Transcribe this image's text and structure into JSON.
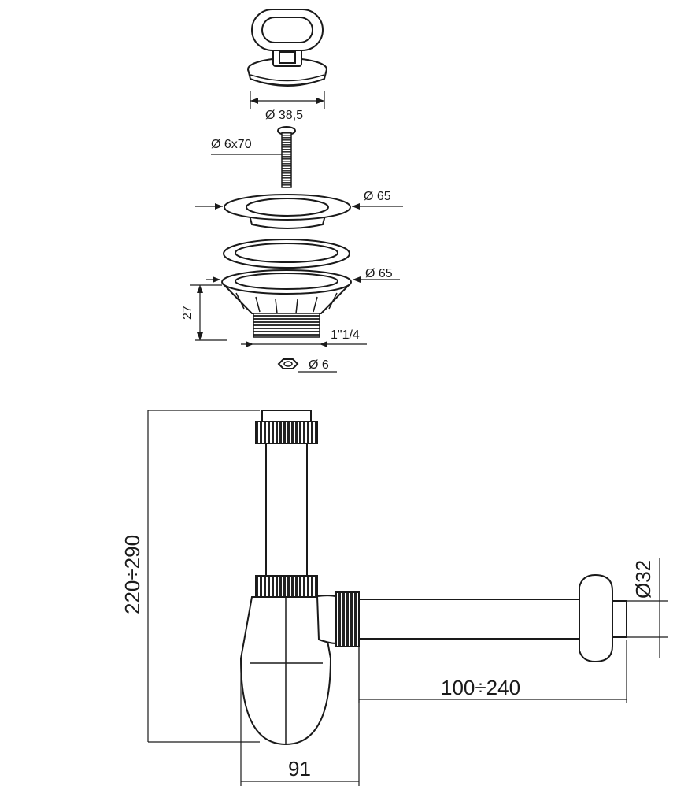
{
  "labels": {
    "stopper_diameter": "Ø 38,5",
    "screw": "Ø 6x70",
    "flange_diameter": "Ø 65",
    "body_diameter": "Ø 65",
    "height": "27",
    "thread": "1\"1/4",
    "nut": "Ø 6",
    "trap_height": "220÷290",
    "outlet_diameter": "Ø32",
    "outlet_length": "100÷240",
    "trap_width": "91"
  },
  "colors": {
    "line": "#1a1a1a",
    "background": "#ffffff"
  }
}
